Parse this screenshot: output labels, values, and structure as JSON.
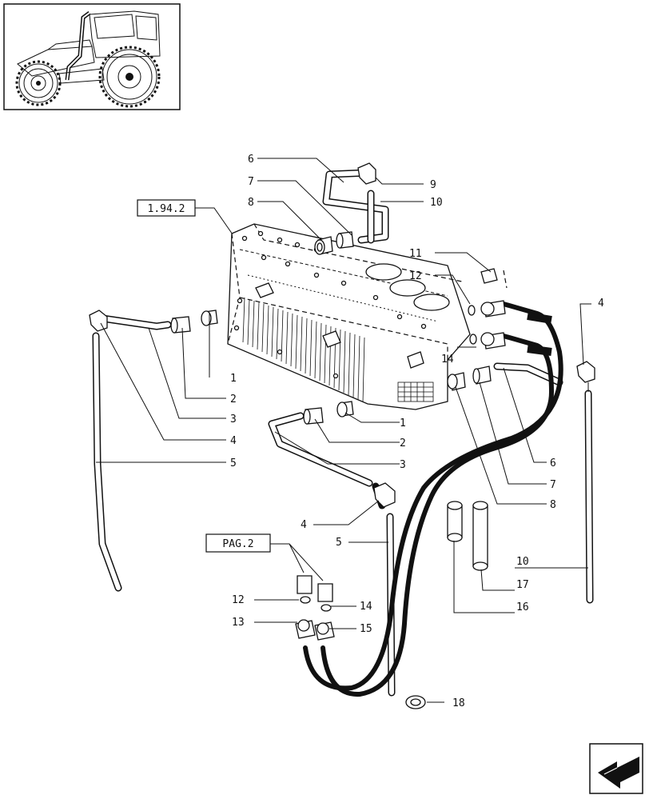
{
  "refs": {
    "ref_1942": "1.94.2",
    "ref_pag2": "PAG.2"
  },
  "callouts": [
    {
      "id": "c6a",
      "label": "6"
    },
    {
      "id": "c7a",
      "label": "7"
    },
    {
      "id": "c8a",
      "label": "8"
    },
    {
      "id": "c9",
      "label": "9"
    },
    {
      "id": "c10a",
      "label": "10"
    },
    {
      "id": "c11",
      "label": "11"
    },
    {
      "id": "c12a",
      "label": "12"
    },
    {
      "id": "c14a",
      "label": "14"
    },
    {
      "id": "c4a",
      "label": "4"
    },
    {
      "id": "c1a",
      "label": "1"
    },
    {
      "id": "c2a",
      "label": "2"
    },
    {
      "id": "c3a",
      "label": "3"
    },
    {
      "id": "c4b",
      "label": "4"
    },
    {
      "id": "c5a",
      "label": "5"
    },
    {
      "id": "c1b",
      "label": "1"
    },
    {
      "id": "c2b",
      "label": "2"
    },
    {
      "id": "c3b",
      "label": "3"
    },
    {
      "id": "c4c",
      "label": "4"
    },
    {
      "id": "c5b",
      "label": "5"
    },
    {
      "id": "c6b",
      "label": "6"
    },
    {
      "id": "c7b",
      "label": "7"
    },
    {
      "id": "c8b",
      "label": "8"
    },
    {
      "id": "c10b",
      "label": "10"
    },
    {
      "id": "c17",
      "label": "17"
    },
    {
      "id": "c16",
      "label": "16"
    },
    {
      "id": "c12b",
      "label": "12"
    },
    {
      "id": "c13",
      "label": "13"
    },
    {
      "id": "c14b",
      "label": "14"
    },
    {
      "id": "c15",
      "label": "15"
    },
    {
      "id": "c18",
      "label": "18"
    }
  ],
  "icons": {
    "thumbnail": "tractor-thumbnail-icon",
    "next_page": "next-page-arrow-icon"
  }
}
